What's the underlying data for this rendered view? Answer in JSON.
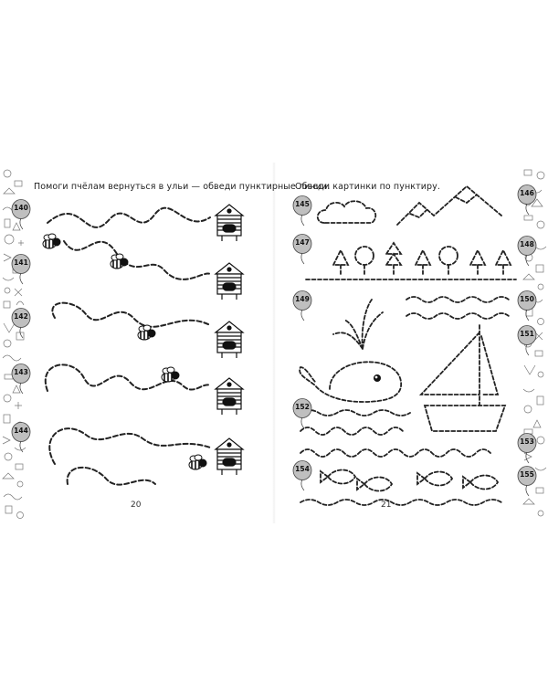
{
  "left_page": {
    "instruction": "Помоги пчёлам вернуться в ульи — обведи пунктирные линии.",
    "page_number": "20",
    "badges": [
      "140",
      "141",
      "142",
      "143",
      "144"
    ]
  },
  "right_page": {
    "instruction": "Обведи картинки по пунктиру.",
    "page_number": "21",
    "badges_left": [
      "145",
      "147",
      "149",
      "152",
      "154"
    ],
    "badges_right": [
      "146",
      "148",
      "150",
      "151",
      "153",
      "155"
    ]
  },
  "icons": {
    "bee": "bee-icon",
    "beehive": "beehive-icon",
    "cloud": "cloud-icon",
    "mountains": "mountains-icon",
    "tree": "tree-icon",
    "whale": "whale-icon",
    "sailboat": "sailboat-icon",
    "fish": "fish-icon",
    "balloon": "balloon-icon"
  },
  "colors": {
    "ink": "#222222",
    "balloon_fill": "#bfbfbf",
    "page": "#ffffff"
  }
}
